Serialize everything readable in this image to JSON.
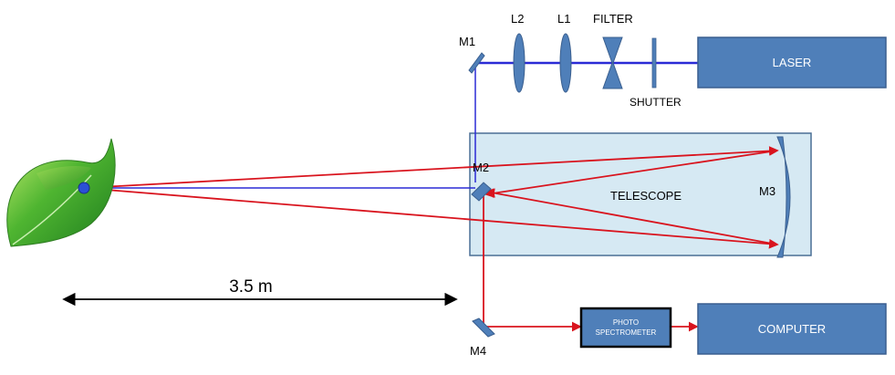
{
  "labels": {
    "m1": "M1",
    "m2": "M2",
    "m3": "M3",
    "m4": "M4",
    "l1": "L1",
    "l2": "L2",
    "filter": "FILTER",
    "shutter": "SHUTTER",
    "laser": "LASER",
    "telescope": "TELESCOPE",
    "photo_line1": "PHOTO",
    "photo_line2": "SPECTROMETER",
    "computer": "COMPUTER",
    "distance": "3.5 m"
  },
  "colors": {
    "laser_beam": "#2b2bd6",
    "return_beam": "#d9141e",
    "component_blue": "#4f7fb9",
    "component_border": "#3a5f8f",
    "telescope_fill": "#d6e9f3",
    "telescope_border": "#4a6f95",
    "leaf_green": "#3da82c"
  },
  "icons": {
    "target": "leaf-icon"
  }
}
